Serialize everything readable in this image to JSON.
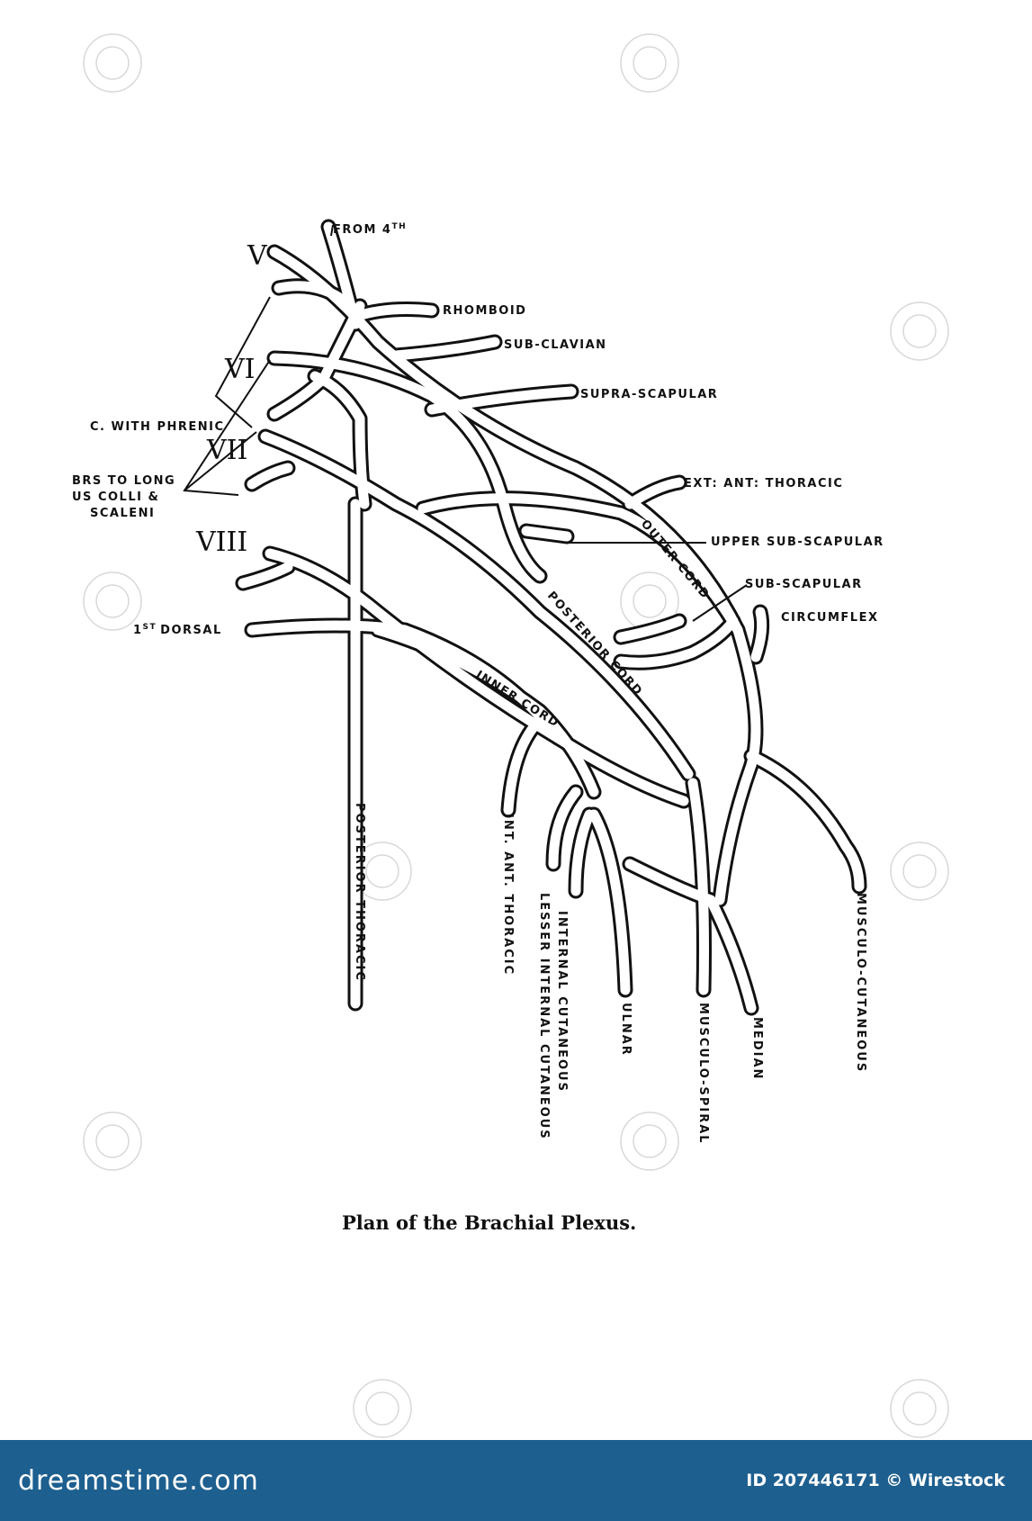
{
  "diagram": {
    "caption": "Plan of the Brachial Plexus.",
    "roots": [
      "V",
      "VI",
      "VII",
      "VIII"
    ],
    "labels": {
      "from_4th": "FROM 4",
      "from_4th_sup": "TH",
      "rhomboid": "RHOMBOID",
      "sub_clavian": "SUB-CLAVIAN",
      "supra_scapular": "SUPRA-SCAPULAR",
      "c_with_phrenic": "C. WITH PHRENIC",
      "brs_line1": "BRS TO LONG",
      "brs_line2": "US COLLI &",
      "brs_line3": "SCALENI",
      "ext_ant_thoracic": "EXT: ANT: THORACIC",
      "upper_sub_scapular": "UPPER SUB-SCAPULAR",
      "sub_scapular": "SUB-SCAPULAR",
      "circumflex": "CIRCUMFLEX",
      "first_dorsal_num": "1",
      "first_dorsal_sup": "ST",
      "first_dorsal": "DORSAL",
      "outer_cord": "OUTER CORD",
      "posterior_cord": "POSTERIOR CORD",
      "inner_cord": "INNER CORD",
      "posterior_thoracic": "POSTERIOR THORACIC",
      "int_ant_thoracic": "INT. ANT. THORACIC",
      "lesser_internal_cutaneous": "LESSER INTERNAL CUTANEOUS",
      "internal_cutaneous": "INTERNAL CUTANEOUS",
      "ulnar": "ULNAR",
      "musculo_spiral": "MUSCULO-SPIRAL",
      "median": "MEDIAN",
      "musculo_cutaneous": "MUSCULO-CUTANEOUS"
    }
  },
  "footer": {
    "brand": "dreamstime.com",
    "credit": "ID 207446171 © Wirestock"
  }
}
